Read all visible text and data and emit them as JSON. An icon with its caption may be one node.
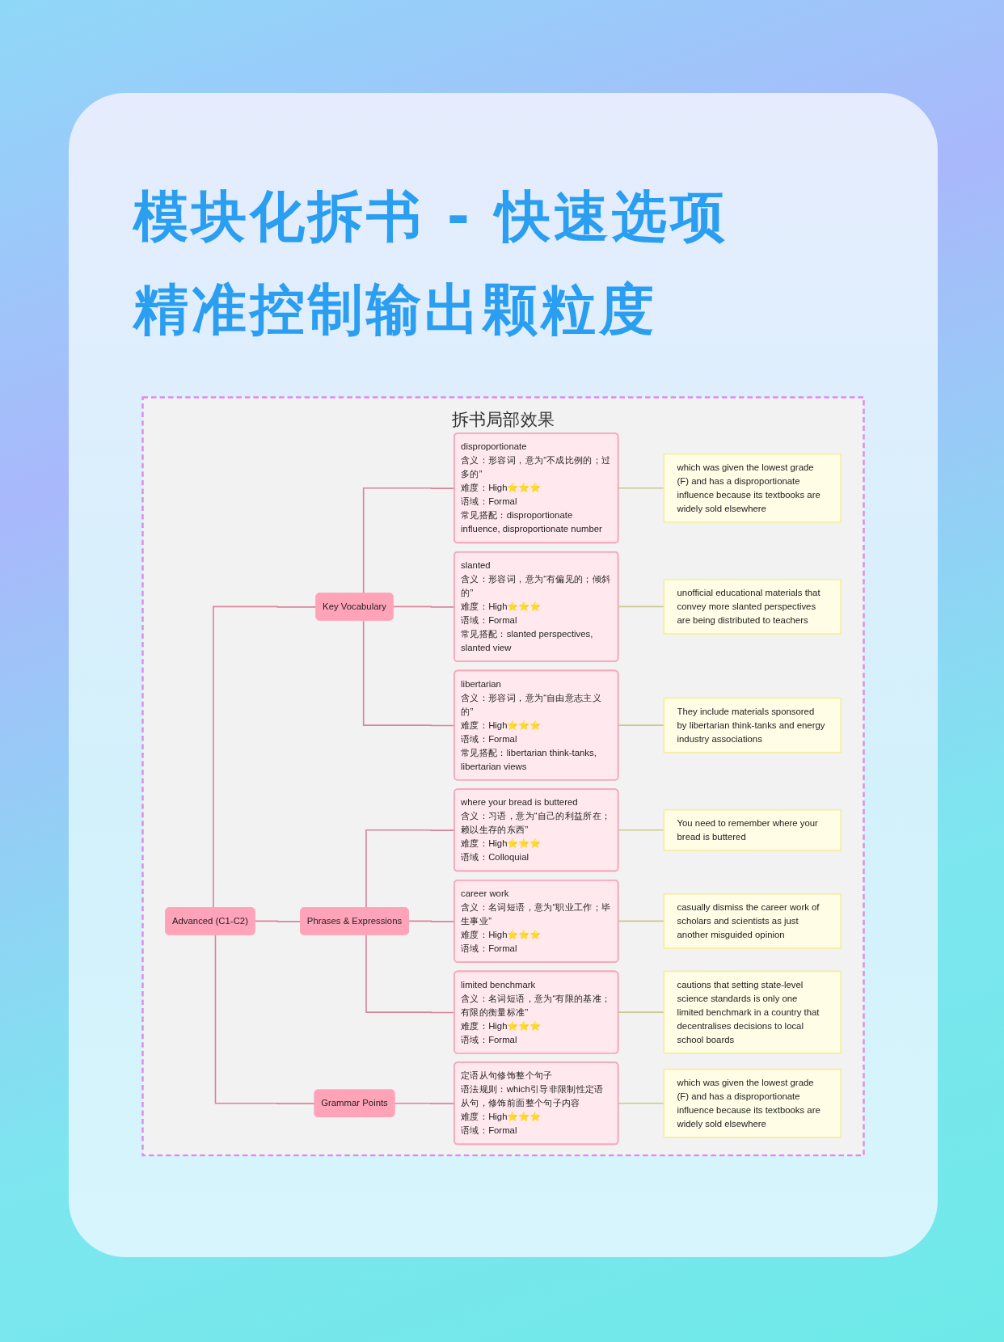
{
  "diagram": {
    "title": "模块化拆书 - 快速选项精准控制输出颗粒度",
    "nodes": [
      {
        "text": [
          "拆书局部效果"
        ]
      },
      {
        "text": [
          "Advanced (C1-C2)"
        ],
        "in": 0
      },
      {
        "text": [
          "Key Vocabulary"
        ],
        "in": 0
      },
      {
        "text": [
          "disproportionate",
          "含义：形容词，意为“不成比例的；过多的”",
          "难度：High⭐⭐⭐",
          "语域：Formal",
          "常见搭配：disproportionate influence, disproportionate number"
        ],
        "in": 0
      },
      {
        "text": [
          "which was given the lowest grade (F) and has a disproportionate influence because its textbooks are widely sold elsewhere"
        ],
        "in": 0
      },
      {
        "text": [
          "slanted",
          "含义：形容词，意为“有偏见的；倾斜的”",
          "难度：High⭐⭐⭐",
          "语域：Formal",
          "常见搭配：slanted perspectives, slanted view"
        ],
        "in": 0
      },
      {
        "text": [
          "unofficial educational materials that convey more slanted perspectives are being distributed to teachers"
        ],
        "in": 0
      },
      {
        "text": [
          "libertarian",
          "含义：形容词，意为“自由意志主义的”",
          "难度：High⭐⭐⭐",
          "语域：Formal",
          "常见搭配：libertarian think-tanks, libertarian views"
        ],
        "in": 0
      },
      {
        "text": [
          "They include materials sponsored by libertarian think-tanks and energy industry associations"
        ],
        "in": 0
      },
      {
        "text": [
          "Phrases & Expressions"
        ],
        "in": 0
      },
      {
        "text": [
          "where your bread is buttered",
          "含义：习语，意为“自己的利益所在；赖以生存的东西”",
          "难度：High⭐⭐⭐",
          "语域：Colloquial"
        ],
        "in": 0
      },
      {
        "text": [
          "You need to remember where your bread is buttered"
        ],
        "in": 0
      },
      {
        "text": [
          "career work",
          "含义：名词短语，意为“职业工作；毕生事业”",
          "难度：High⭐⭐⭐",
          "语域：Formal"
        ],
        "in": 0
      },
      {
        "text": [
          "casually dismiss the career work of scholars and scientists as just another misguided opinion"
        ],
        "in": 0
      },
      {
        "text": [
          "limited benchmark",
          "含义：名词短语，意为“有限的基准；有限的衡量标准”",
          "难度：High⭐⭐⭐",
          "语域：Formal"
        ],
        "in": 0
      },
      {
        "text": [
          "cautions that setting state-level science standards is only one limited benchmark in a country that decentralises decisions to local school boards"
        ],
        "in": 0
      },
      {
        "text": [
          "Grammar Points"
        ],
        "in": 0
      },
      {
        "text": [
          "定语从句修饰整个句子",
          "语法规则：which引导非限制性定语从句，修饰前面整个句子内容",
          "难度：High⭐⭐⭐",
          "语域：Formal"
        ],
        "in": 0
      },
      {
        "text": [
          "which was given the lowest grade (F) and has a disproportionate influence because its textbooks are widely sold elsewhere"
        ],
        "in": 0
      }
    ],
    "edges": [
      {
        "from": 1,
        "to": 2,
        "arrow": "none"
      },
      {
        "from": 2,
        "to": 3,
        "arrow": "none"
      },
      {
        "from": 3,
        "to": 4,
        "arrow": "none",
        "color": "#c9c98a"
      },
      {
        "from": 2,
        "to": 5,
        "arrow": "none"
      },
      {
        "from": 5,
        "to": 6,
        "arrow": "none",
        "color": "#c9c98a"
      },
      {
        "from": 2,
        "to": 7,
        "arrow": "none"
      },
      {
        "from": 7,
        "to": 8,
        "arrow": "none",
        "color": "#c9c98a"
      },
      {
        "from": 1,
        "to": 9,
        "arrow": "none"
      },
      {
        "from": 9,
        "to": 10,
        "arrow": "none"
      },
      {
        "from": 10,
        "to": 11,
        "arrow": "none",
        "color": "#c9c98a"
      },
      {
        "from": 9,
        "to": 12,
        "arrow": "none"
      },
      {
        "from": 12,
        "to": 13,
        "arrow": "none",
        "color": "#c9c98a"
      },
      {
        "from": 9,
        "to": 14,
        "arrow": "none"
      },
      {
        "from": 14,
        "to": 15,
        "arrow": "none",
        "color": "#c9c98a"
      },
      {
        "from": 1,
        "to": 16,
        "arrow": "none"
      },
      {
        "from": 16,
        "to": 17,
        "arrow": "none"
      },
      {
        "from": 17,
        "to": 18,
        "arrow": "none",
        "color": "#c9c98a"
      }
    ]
  }
}
